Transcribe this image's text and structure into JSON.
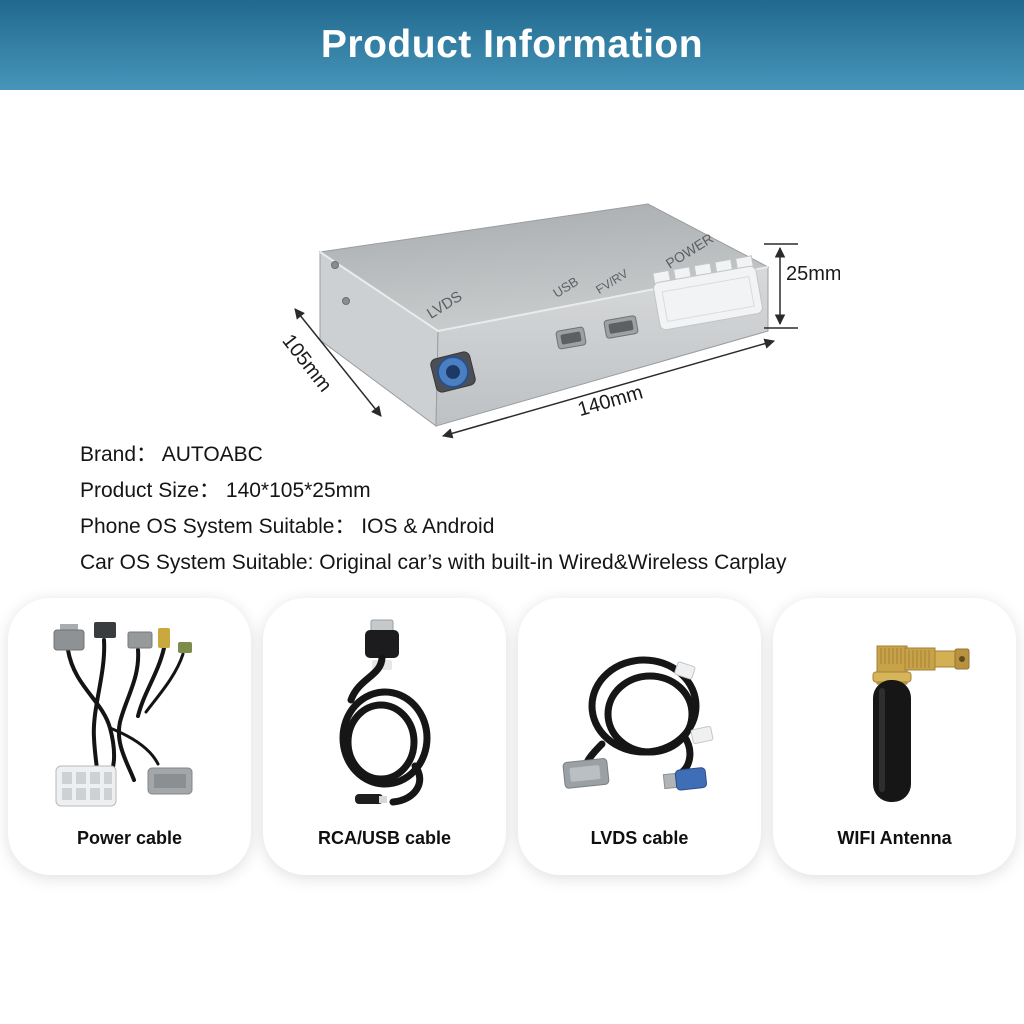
{
  "colors": {
    "header_top": "#21698e",
    "header_bottom": "#4795ba",
    "lvds_connector_blue": "#4a7fc1",
    "text": "#151515"
  },
  "header": {
    "title": "Product Information"
  },
  "device": {
    "labels": {
      "lvds": "LVDS",
      "usb": "USB",
      "fvrv": "FV/RV",
      "power": "POWER"
    },
    "dimensions": {
      "height": "25mm",
      "depth": "105mm",
      "width": "140mm"
    }
  },
  "specs": {
    "lines": [
      "Brand： AUTOABC",
      "Product Size： 140*105*25mm",
      "Phone OS System Suitable： IOS & Android",
      "Car OS System Suitable: Original car’s with built-in Wired&Wireless Carplay"
    ]
  },
  "accessories": [
    {
      "name": "Power cable"
    },
    {
      "name": "RCA/USB cable"
    },
    {
      "name": "LVDS cable"
    },
    {
      "name": "WIFI Antenna"
    }
  ]
}
